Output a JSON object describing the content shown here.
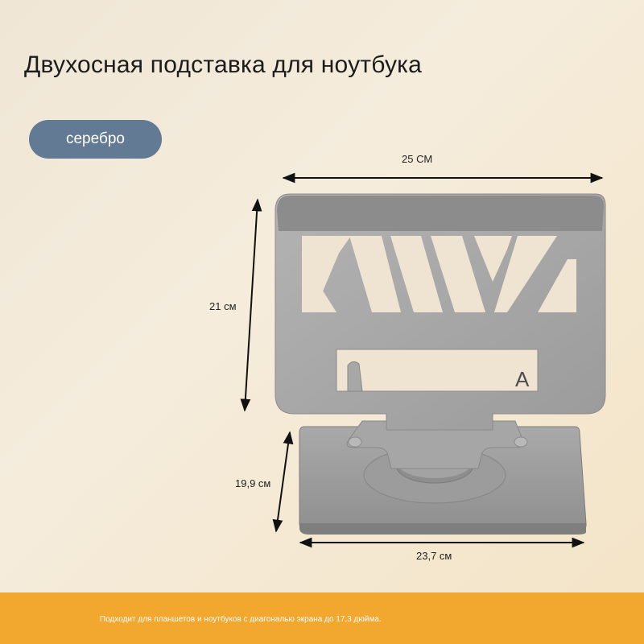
{
  "title": "Двухосная подставка для ноутбука",
  "color_badge": "серебро",
  "dimensions": {
    "width_top": "25 СМ",
    "height": "21 см",
    "depth_base": "19,9 см",
    "width_base": "23,7 см"
  },
  "panel_mark": "A",
  "footer": "Подходит для планшетов и ноутбуков с диагональю экрана до 17,3 дюйма.",
  "colors": {
    "accent_footer": "#f2a72f",
    "badge": "#637a94",
    "stand_metal": "#a4a4a4"
  }
}
